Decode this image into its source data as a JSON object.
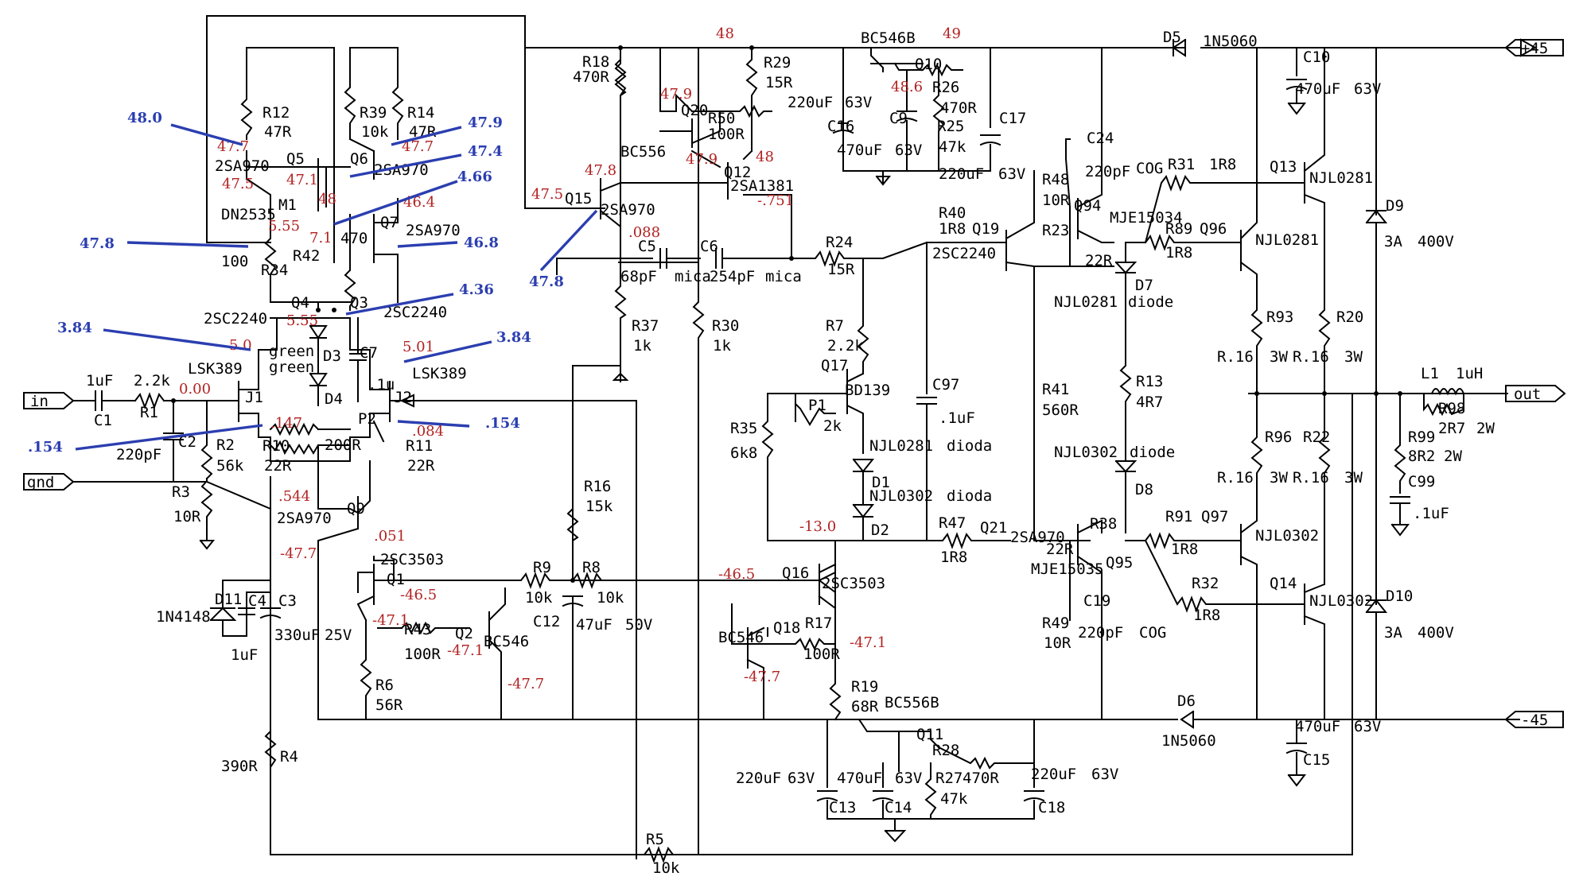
{
  "ports": {
    "in": "in",
    "gnd": "gnd",
    "out": "out",
    "vplus": "+45",
    "vminus": "-45"
  },
  "components": {
    "C1": [
      "1uF",
      "C1"
    ],
    "R1": [
      "2.2k",
      "R1"
    ],
    "R2": [
      "R2",
      "56k"
    ],
    "C2": [
      "C2",
      "220pF"
    ],
    "R3": [
      "R3",
      "10R"
    ],
    "J1": [
      "J1",
      "LSK389"
    ],
    "J2": [
      "J2",
      "LSK389"
    ],
    "R10": [
      "R10",
      "22R"
    ],
    "R11": [
      "R11",
      "22R"
    ],
    "P2": [
      "P2",
      "200R"
    ],
    "R12": [
      "R12",
      "47R"
    ],
    "Q5": [
      "2SA970",
      "Q5"
    ],
    "M1": [
      "M1",
      "DN2535"
    ],
    "R34": [
      "100",
      "R34"
    ],
    "R42": [
      "R42",
      "470"
    ],
    "Q4": [
      "Q4",
      "2SC2240"
    ],
    "Q3": [
      "Q3",
      "2SC2240"
    ],
    "D3": [
      "D3",
      "green",
      "green"
    ],
    "D4": [
      "D4"
    ],
    "C7": [
      "C7",
      ".1u"
    ],
    "R39": [
      "R39",
      "10k"
    ],
    "R14": [
      "R14",
      "47R"
    ],
    "Q6": [
      "Q6",
      "2SA970"
    ],
    "Q7": [
      "Q7",
      "2SA970"
    ],
    "D11": [
      "D11",
      "1N4148"
    ],
    "C4": [
      "C4",
      "1uF"
    ],
    "C3": [
      "C3",
      "330uF",
      "25V"
    ],
    "Q9": [
      "Q9",
      "2SA970"
    ],
    "Q1": [
      "Q1",
      "2SC3503"
    ],
    "Q2": [
      "Q2",
      "BC546"
    ],
    "R43": [
      "R43",
      "100R"
    ],
    "R6": [
      "R6",
      "56R"
    ],
    "R4": [
      "390R",
      "R4"
    ],
    "R5": [
      "R5",
      "10k"
    ],
    "R9": [
      "R9",
      "10k"
    ],
    "R8": [
      "R8",
      "10k"
    ],
    "C12": [
      "C12",
      "47uF",
      "50V"
    ],
    "R16": [
      "R16",
      "15k"
    ],
    "R37": [
      "R37",
      "1k"
    ],
    "R30": [
      "R30",
      "1k"
    ],
    "R18": [
      "R18",
      "470R"
    ],
    "Q20": [
      "Q20",
      "BC556"
    ],
    "R50": [
      "R50",
      "100R"
    ],
    "R29": [
      "R29",
      "15R"
    ],
    "Q12": [
      "Q12",
      "2SA1381"
    ],
    "Q15": [
      "Q15",
      "2SA970"
    ],
    "C5": [
      "C5",
      "68pF",
      "mica"
    ],
    "C6": [
      "C6",
      "254pF",
      "mica"
    ],
    "Q10": [
      "BC546B",
      "Q10"
    ],
    "R26": [
      "R26",
      "470R"
    ],
    "R25": [
      "R25",
      "47k"
    ],
    "C16": [
      "C16",
      "220uF",
      "63V"
    ],
    "C9": [
      "C9",
      "470uF",
      "63V"
    ],
    "C17": [
      "C17",
      "220uF",
      "63V"
    ],
    "R24": [
      "R24",
      "15R"
    ],
    "R7": [
      "R7",
      "2.2k"
    ],
    "Q17": [
      "Q17",
      "BD139"
    ],
    "P1": [
      "P1",
      "2k"
    ],
    "R35": [
      "R35",
      "6k8"
    ],
    "C97": [
      "C97",
      ".1uF"
    ],
    "D1": [
      "NJL0281",
      "dioda",
      "D1",
      "NJL0302",
      "dioda"
    ],
    "D2": [
      "D2"
    ],
    "Q16": [
      "Q16",
      "2SC3503"
    ],
    "Q18": [
      "Q18",
      "BC546"
    ],
    "R17": [
      "R17",
      "100R"
    ],
    "R19": [
      "R19",
      "68R"
    ],
    "Q11": [
      "BC556B",
      "Q11"
    ],
    "R28": [
      "R28"
    ],
    "R27": [
      "R27",
      "470R",
      "47k"
    ],
    "C13": [
      "C13",
      "220uF",
      "63V"
    ],
    "C14": [
      "C14",
      "470uF",
      "63V"
    ],
    "C18": [
      "C18",
      "220uF",
      "63V"
    ],
    "R40": [
      "R40",
      "1R8"
    ],
    "Q19": [
      "Q19",
      "2SC2240"
    ],
    "R48": [
      "R48",
      "10R"
    ],
    "R41": [
      "R41",
      "560R"
    ],
    "R47": [
      "R47",
      "1R8"
    ],
    "Q21": [
      "Q21",
      "2SA970"
    ],
    "R49": [
      "R49",
      "10R"
    ],
    "C24": [
      "C24",
      "220pF"
    ],
    "Q94": [
      "Q94",
      "MJE15034"
    ],
    "R23": [
      "R23",
      "22R"
    ],
    "D7": [
      "D7",
      "NJL0281",
      "diode"
    ],
    "R13": [
      "R13",
      "4R7"
    ],
    "D8": [
      "NJL0302",
      "diode",
      "D8"
    ],
    "R38": [
      "R38",
      "22R"
    ],
    "Q95": [
      "Q95",
      "MJE15035"
    ],
    "C19": [
      "C19",
      "220pF",
      "COG"
    ],
    "R31": [
      "COG",
      "R31",
      "1R8"
    ],
    "R89": [
      "R89",
      "1R8"
    ],
    "Q96": [
      "Q96",
      "NJL0281"
    ],
    "Q13": [
      "Q13",
      "NJL0281"
    ],
    "R91": [
      "R91",
      "1R8"
    ],
    "Q97": [
      "Q97",
      "NJL0302"
    ],
    "R32": [
      "R32",
      "1R8"
    ],
    "Q14": [
      "Q14",
      "NJL0302"
    ],
    "R93": [
      "R93",
      "R.16",
      "3W"
    ],
    "R20": [
      "R20",
      "R.16",
      "3W"
    ],
    "R96": [
      "R96",
      "R.16",
      "3W"
    ],
    "R22": [
      "R22",
      "R.16",
      "3W"
    ],
    "D5": [
      "D5",
      "1N5060"
    ],
    "D6": [
      "D6",
      "1N5060"
    ],
    "C10": [
      "C10",
      "470uF",
      "63V"
    ],
    "C15": [
      "C15",
      "470uF",
      "63V"
    ],
    "D9": [
      "D9",
      "3A",
      "400V"
    ],
    "D10": [
      "D10",
      "3A",
      "400V"
    ],
    "L1": [
      "L1",
      "1uH"
    ],
    "R98": [
      "R98",
      "2R7",
      "2W"
    ],
    "R99": [
      "R99",
      "8R2",
      "2W"
    ],
    "C99": [
      "C99",
      ".1uF"
    ]
  },
  "voltages": {
    "red": [
      "48",
      "49",
      "48.6",
      "47.7",
      "47.5",
      "47.1",
      "47.7",
      "5.55",
      "7.1",
      "48",
      "46.4",
      "5.55",
      "5.0",
      "5.01",
      "0.00",
      ".147",
      ".084",
      ".544",
      "-47.7",
      ".051",
      "-46.5",
      "-47.1",
      "-47.1",
      "-47.7",
      "47.9",
      "47.9",
      "47.8",
      "48",
      "47.5",
      ".088",
      "-.751",
      "-13.0",
      "-46.5",
      "-47.1",
      "-47.7"
    ],
    "blue": [
      "48.0",
      "47.9",
      "47.4",
      "4.66",
      "46.8",
      "47.8",
      "4.36",
      "3.84",
      "3.84",
      ".154",
      ".154",
      "47.8"
    ]
  }
}
